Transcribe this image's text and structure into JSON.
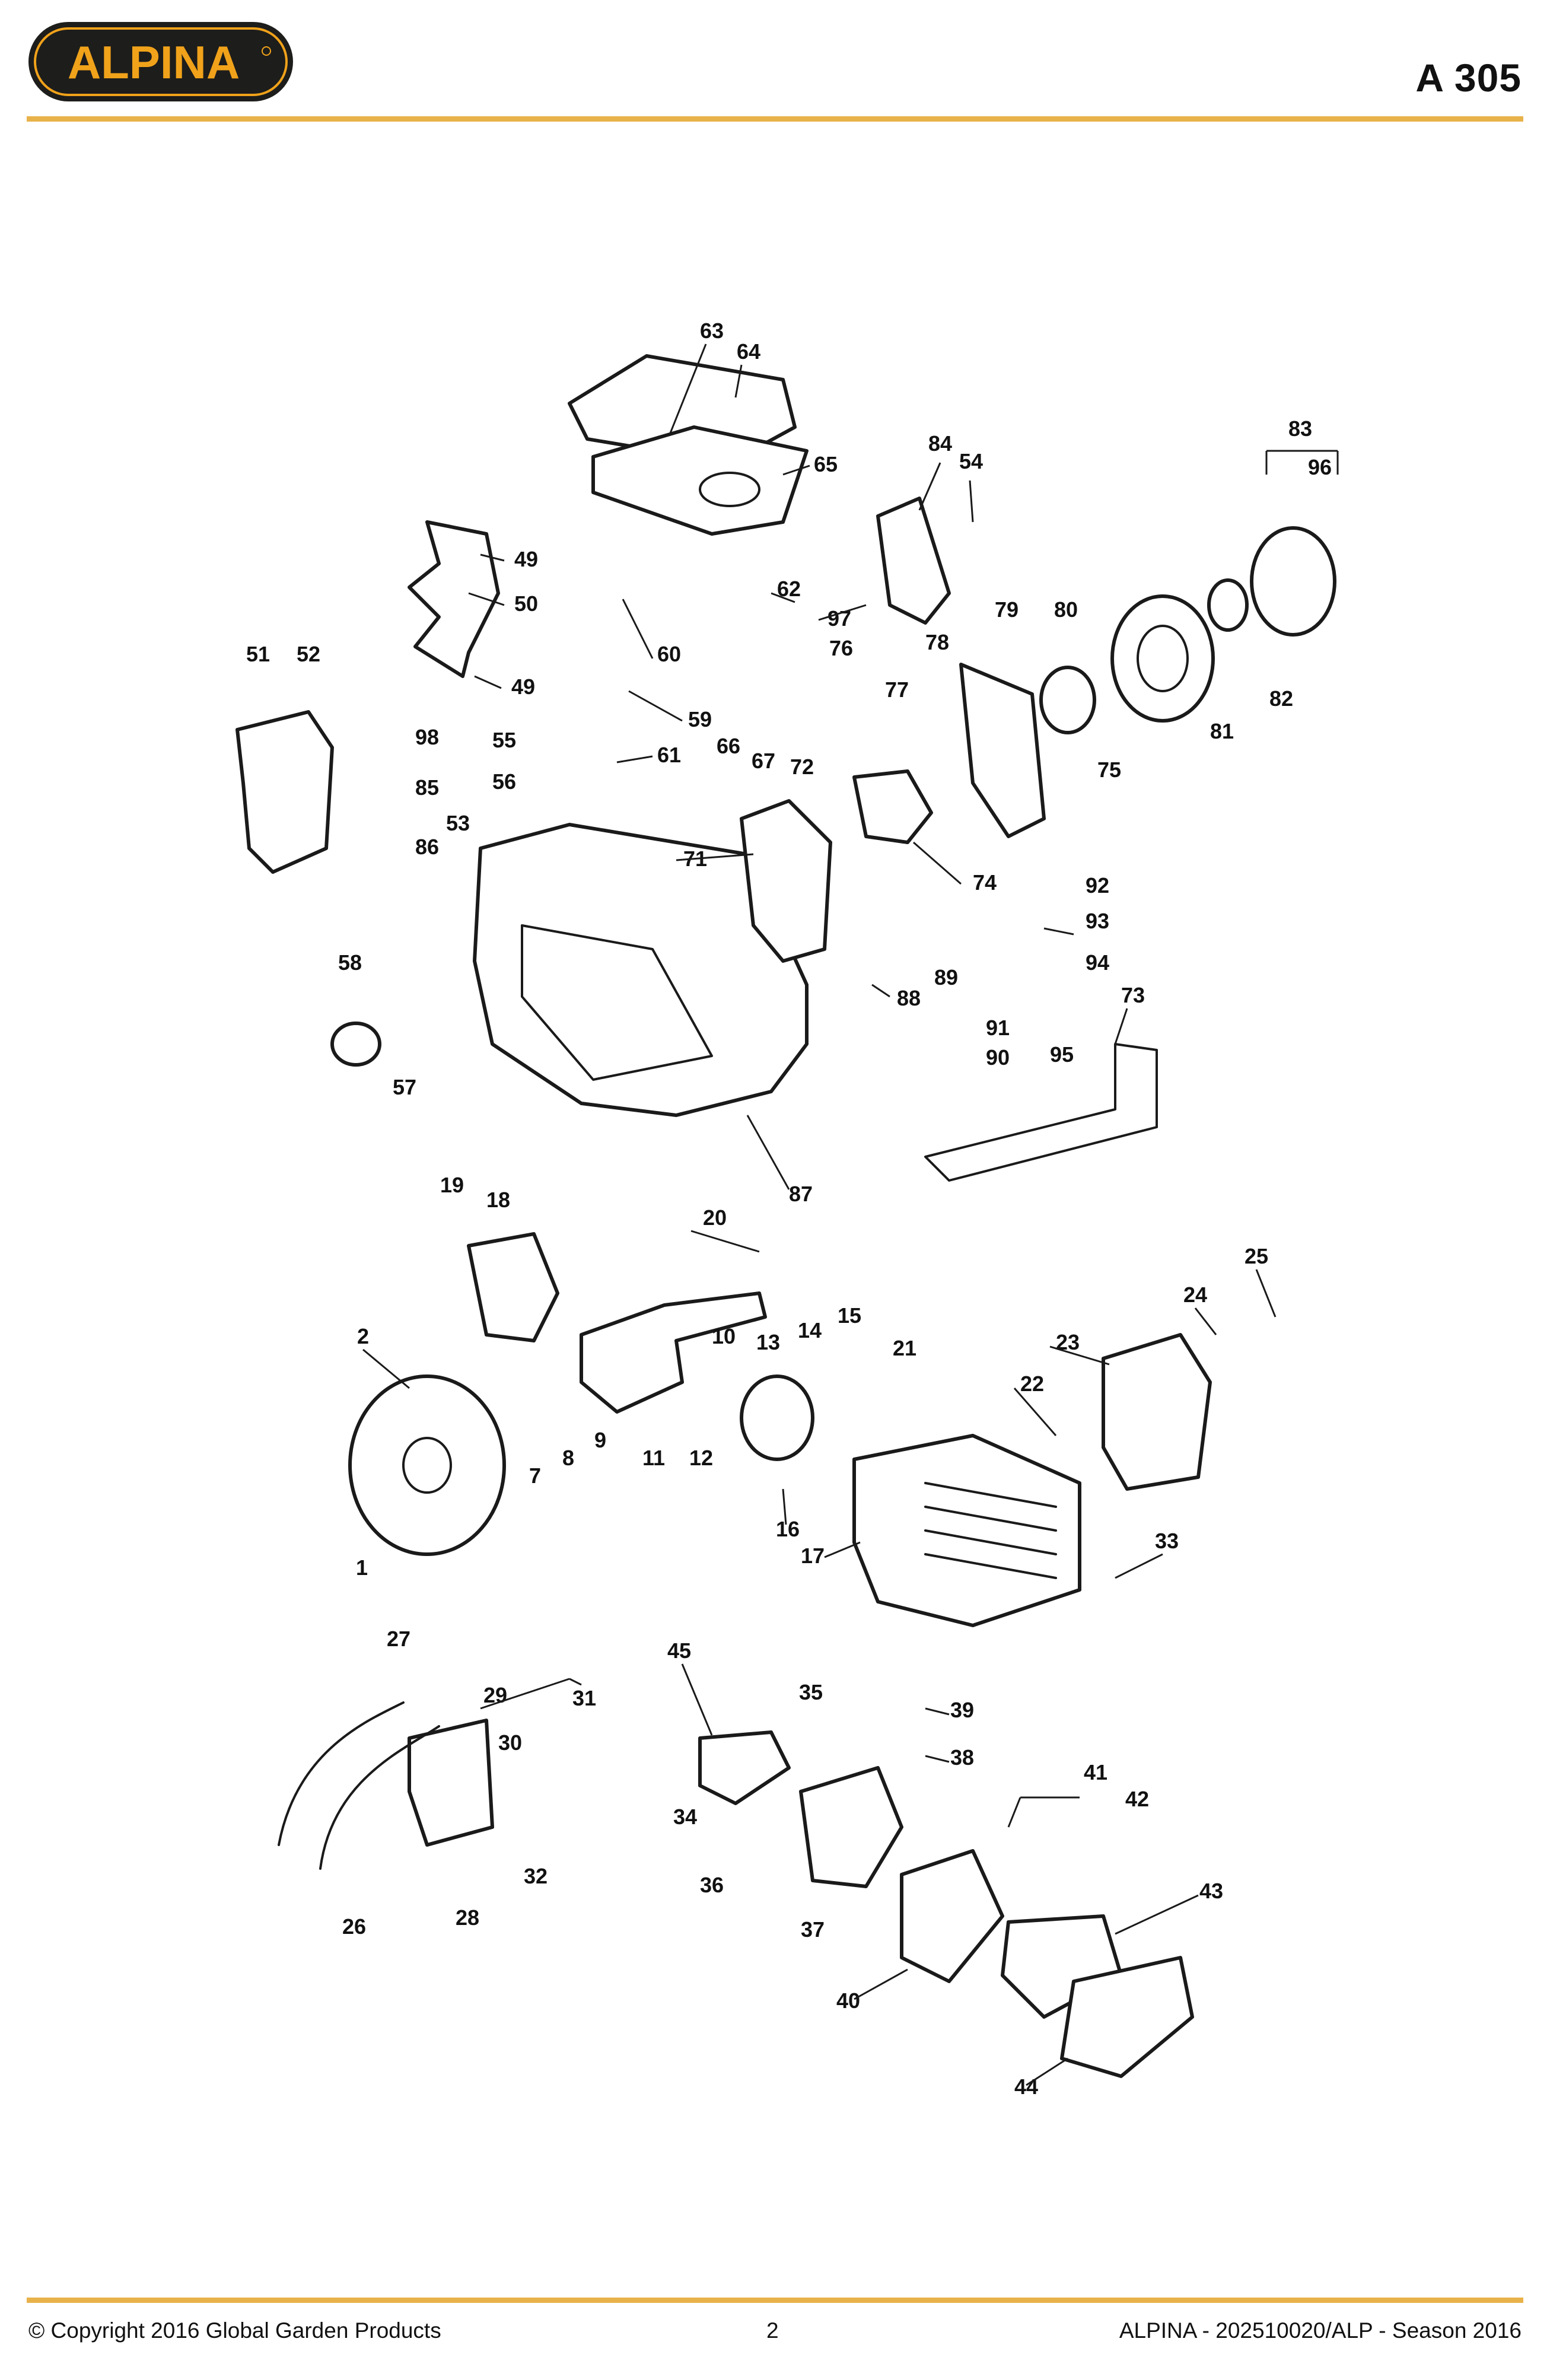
{
  "header": {
    "brand": "ALPINA",
    "model": "A 305"
  },
  "footer": {
    "copyright": "© Copyright 2016 Global Garden Products",
    "page": "2",
    "doc_ref": "ALPINA - 202510020/ALP - Season 2016"
  },
  "colors": {
    "accent": "#e8b24a",
    "logo_bg": "#1d1d1b",
    "logo_text": "#f0a21a"
  },
  "callouts": [
    "1",
    "2",
    "7",
    "8",
    "9",
    "10",
    "11",
    "12",
    "13",
    "14",
    "15",
    "16",
    "17",
    "18",
    "19",
    "20",
    "21",
    "22",
    "23",
    "24",
    "25",
    "26",
    "27",
    "28",
    "29",
    "30",
    "31",
    "32",
    "33",
    "34",
    "35",
    "36",
    "37",
    "38",
    "39",
    "40",
    "41",
    "42",
    "43",
    "44",
    "45",
    "49",
    "50",
    "51",
    "52",
    "53",
    "54",
    "55",
    "56",
    "57",
    "58",
    "59",
    "60",
    "61",
    "62",
    "63",
    "64",
    "65",
    "66",
    "67",
    "71",
    "72",
    "73",
    "74",
    "75",
    "76",
    "77",
    "78",
    "79",
    "80",
    "81",
    "82",
    "83",
    "84",
    "85",
    "86",
    "87",
    "88",
    "89",
    "90",
    "91",
    "92",
    "93",
    "94",
    "95",
    "96",
    "97",
    "98"
  ]
}
